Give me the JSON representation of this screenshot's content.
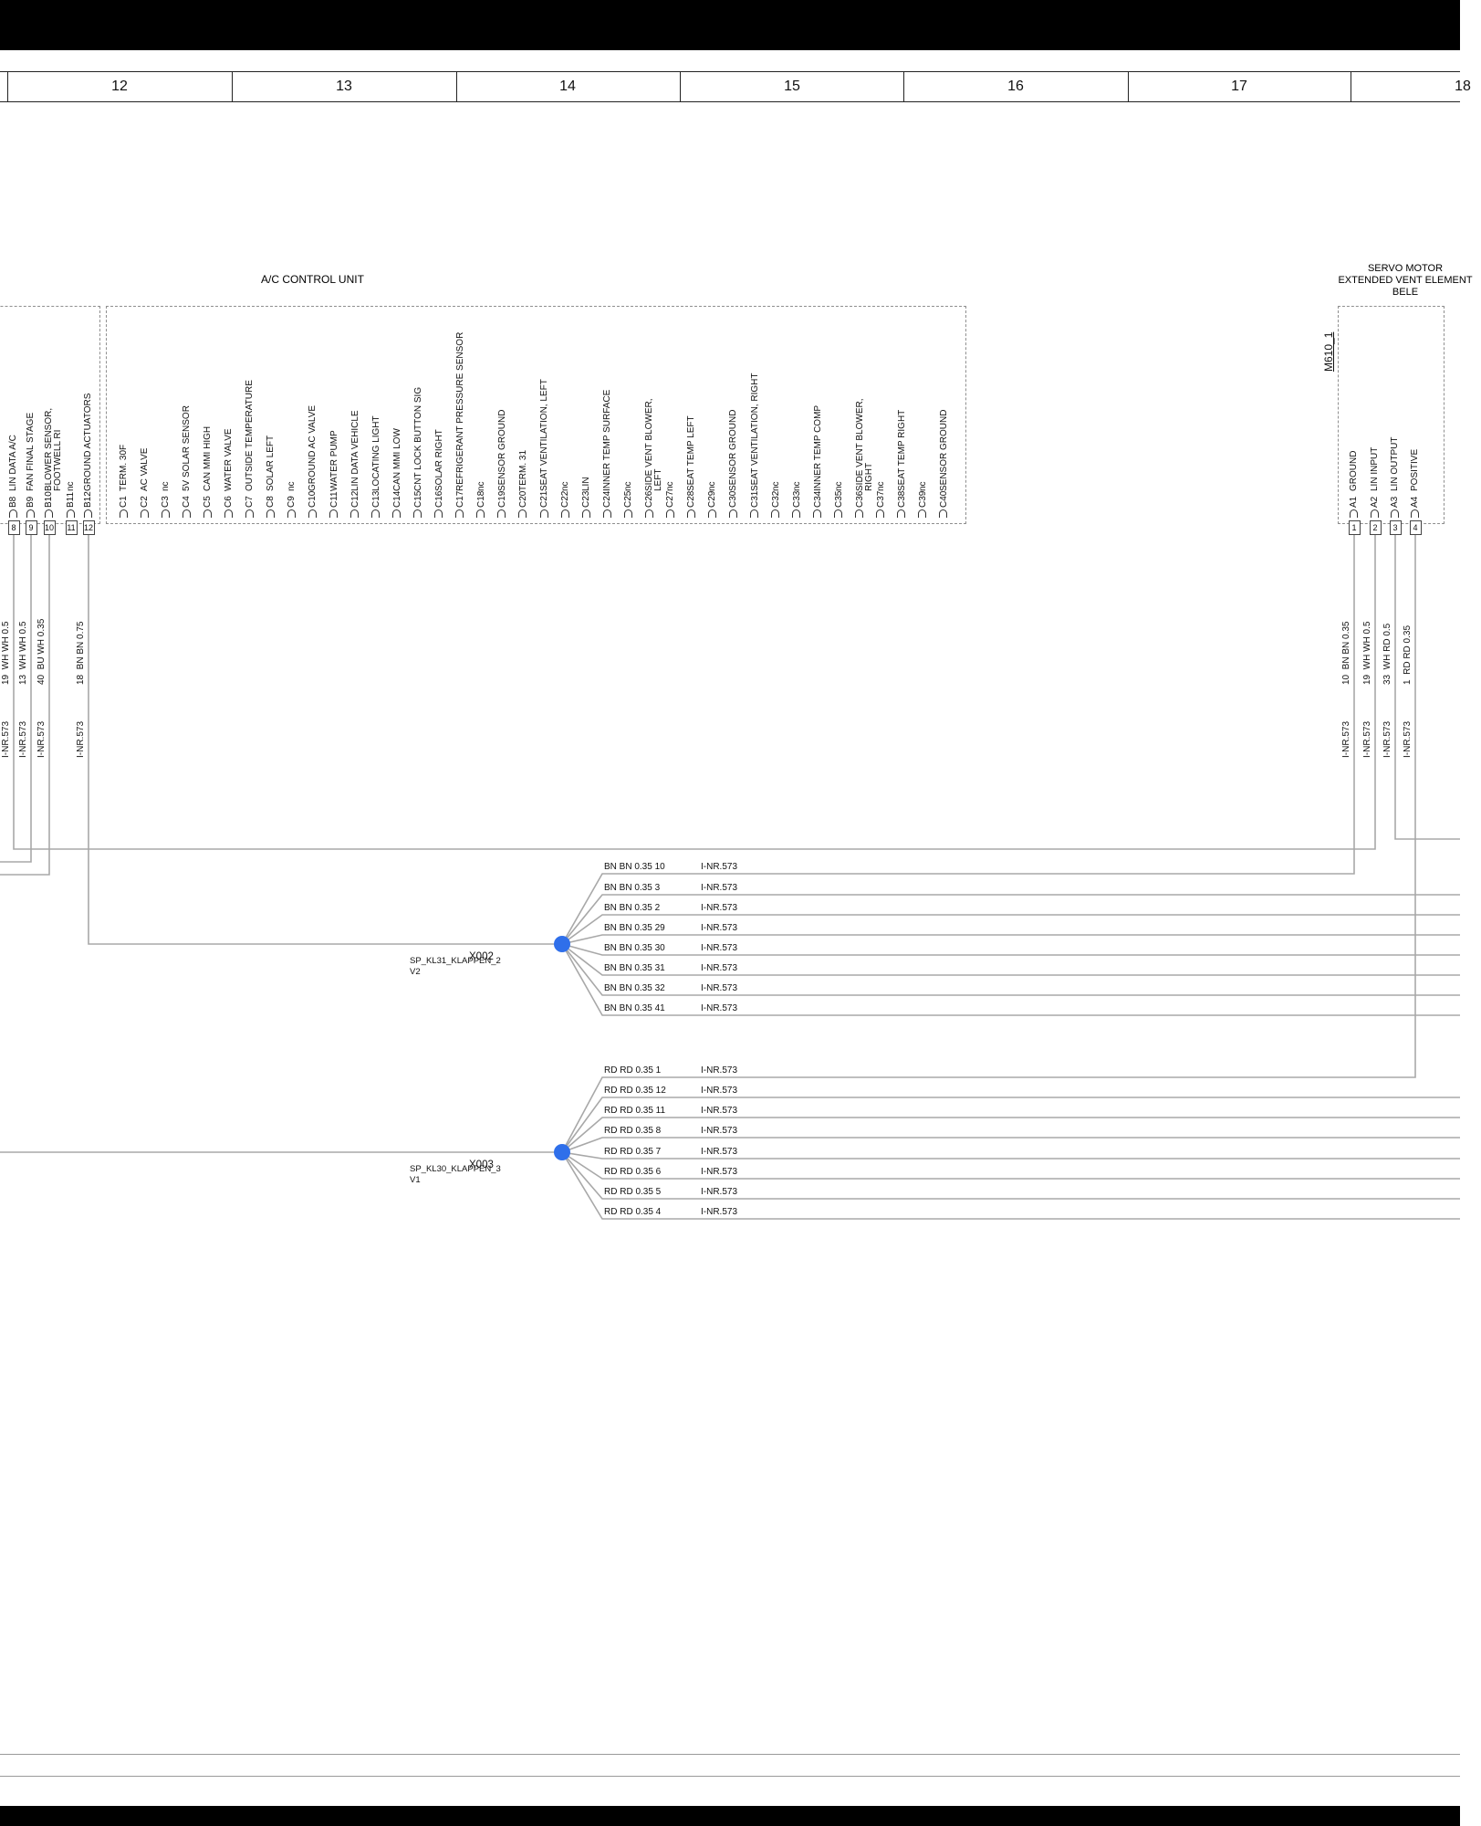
{
  "ruler": {
    "numbers": [
      "12",
      "13",
      "14",
      "15",
      "16",
      "17",
      "18"
    ]
  },
  "acu": {
    "title": "A/C CONTROL UNIT",
    "pins": [
      {
        "id": "C1",
        "label": "TERM. 30F"
      },
      {
        "id": "C2",
        "label": "AC VALVE"
      },
      {
        "id": "C3",
        "label": "nc"
      },
      {
        "id": "C4",
        "label": "5V SOLAR SENSOR"
      },
      {
        "id": "C5",
        "label": "CAN MMI HIGH"
      },
      {
        "id": "C6",
        "label": "WATER VALVE"
      },
      {
        "id": "C7",
        "label": "OUTSIDE TEMPERATURE"
      },
      {
        "id": "C8",
        "label": "SOLAR LEFT"
      },
      {
        "id": "C9",
        "label": "nc"
      },
      {
        "id": "C10",
        "label": "GROUND AC VALVE"
      },
      {
        "id": "C11",
        "label": "WATER PUMP"
      },
      {
        "id": "C12",
        "label": "LIN DATA VEHICLE"
      },
      {
        "id": "C13",
        "label": "LOCATING LIGHT"
      },
      {
        "id": "C14",
        "label": "CAN MMI LOW"
      },
      {
        "id": "C15",
        "label": "CNT LOCK BUTTON SIG"
      },
      {
        "id": "C16",
        "label": "SOLAR RIGHT"
      },
      {
        "id": "C17",
        "label": "REFRIGERANT PRESSURE SENSOR"
      },
      {
        "id": "C18",
        "label": "nc"
      },
      {
        "id": "C19",
        "label": "SENSOR GROUND"
      },
      {
        "id": "C20",
        "label": "TERM. 31"
      },
      {
        "id": "C21",
        "label": "SEAT VENTILATION, LEFT"
      },
      {
        "id": "C22",
        "label": "nc"
      },
      {
        "id": "C23",
        "label": "LIN"
      },
      {
        "id": "C24",
        "label": "INNER TEMP SURFACE"
      },
      {
        "id": "C25",
        "label": "nc"
      },
      {
        "id": "C26",
        "label": "SIDE VENT BLOWER,\nLEFT"
      },
      {
        "id": "C27",
        "label": "nc"
      },
      {
        "id": "C28",
        "label": "SEAT TEMP LEFT"
      },
      {
        "id": "C29",
        "label": "nc"
      },
      {
        "id": "C30",
        "label": "SENSOR GROUND"
      },
      {
        "id": "C31",
        "label": "SEAT VENTILATION, RIGHT"
      },
      {
        "id": "C32",
        "label": "nc"
      },
      {
        "id": "C33",
        "label": "nc"
      },
      {
        "id": "C34",
        "label": "INNER TEMP COMP"
      },
      {
        "id": "C35",
        "label": "nc"
      },
      {
        "id": "C36",
        "label": "SIDE VENT BLOWER,\nRIGHT"
      },
      {
        "id": "C37",
        "label": "nc"
      },
      {
        "id": "C38",
        "label": "SEAT TEMP RIGHT"
      },
      {
        "id": "C39",
        "label": "nc"
      },
      {
        "id": "C40",
        "label": "SENSOR GROUND"
      }
    ]
  },
  "left_connector": {
    "pins": [
      {
        "id": "B8",
        "num": "8",
        "label": "LIN DATA A/C"
      },
      {
        "id": "B9",
        "num": "9",
        "label": "FAN FINAL STAGE"
      },
      {
        "id": "B10",
        "num": "10",
        "label": "BLOWER SENSOR,\nFOOTWELL RI"
      },
      {
        "id": "B11",
        "num": "11",
        "label": "nc"
      },
      {
        "id": "B12",
        "num": "12",
        "label": "GROUND ACTUATORS"
      }
    ],
    "wires": [
      {
        "label": "19  WH WH 0.5",
        "inr": "I-NR.573"
      },
      {
        "label": "13  WH WH 0.5",
        "inr": "I-NR.573"
      },
      {
        "label": "40  BU WH 0.35",
        "inr": "I-NR.573"
      },
      {
        "label": "18  BN BN 0.75",
        "inr": "I-NR.573"
      }
    ]
  },
  "servo": {
    "title_lines": [
      "SERVO MOTOR",
      "EXTENDED VENT ELEMENT",
      "BELE"
    ],
    "tag": "M610_1",
    "pins": [
      {
        "id": "A1",
        "num": "1",
        "label": "GROUND"
      },
      {
        "id": "A2",
        "num": "2",
        "label": "LIN INPUT"
      },
      {
        "id": "A3",
        "num": "3",
        "label": "LIN OUTPUT"
      },
      {
        "id": "A4",
        "num": "4",
        "label": "POSITIVE"
      }
    ],
    "wires": [
      {
        "label": "10  BN BN 0.35",
        "inr": "I-NR.573"
      },
      {
        "label": "19  WH WH 0.5",
        "inr": "I-NR.573"
      },
      {
        "label": "33  WH RD 0.5",
        "inr": "I-NR.573"
      },
      {
        "label": "1  RD RD 0.35",
        "inr": "I-NR.573"
      }
    ]
  },
  "splices": [
    {
      "id": "X002",
      "name": "SP_KL31_KLAPPEN_2",
      "sub": "V2",
      "wires": [
        {
          "label": "BN BN 0.35  10",
          "inr": "I-NR.573"
        },
        {
          "label": "BN BN 0.35  3",
          "inr": "I-NR.573"
        },
        {
          "label": "BN BN 0.35  2",
          "inr": "I-NR.573"
        },
        {
          "label": "BN BN 0.35  29",
          "inr": "I-NR.573"
        },
        {
          "label": "BN BN 0.35  30",
          "inr": "I-NR.573"
        },
        {
          "label": "BN BN 0.35  31",
          "inr": "I-NR.573"
        },
        {
          "label": "BN BN 0.35  32",
          "inr": "I-NR.573"
        },
        {
          "label": "BN BN 0.35  41",
          "inr": "I-NR.573"
        }
      ]
    },
    {
      "id": "X003",
      "name": "SP_KL30_KLAPPEN_3",
      "sub": "V1",
      "wires": [
        {
          "label": "RD RD 0.35  1",
          "inr": "I-NR.573"
        },
        {
          "label": "RD RD 0.35  12",
          "inr": "I-NR.573"
        },
        {
          "label": "RD RD 0.35  11",
          "inr": "I-NR.573"
        },
        {
          "label": "RD RD 0.35  8",
          "inr": "I-NR.573"
        },
        {
          "label": "RD RD 0.35  7",
          "inr": "I-NR.573"
        },
        {
          "label": "RD RD 0.35  6",
          "inr": "I-NR.573"
        },
        {
          "label": "RD RD 0.35  5",
          "inr": "I-NR.573"
        },
        {
          "label": "RD RD 0.35  4",
          "inr": "I-NR.573"
        }
      ]
    }
  ],
  "colors": {
    "wire": "#a8a8a8",
    "splice": "#2f6fea",
    "bar": "#000000"
  }
}
